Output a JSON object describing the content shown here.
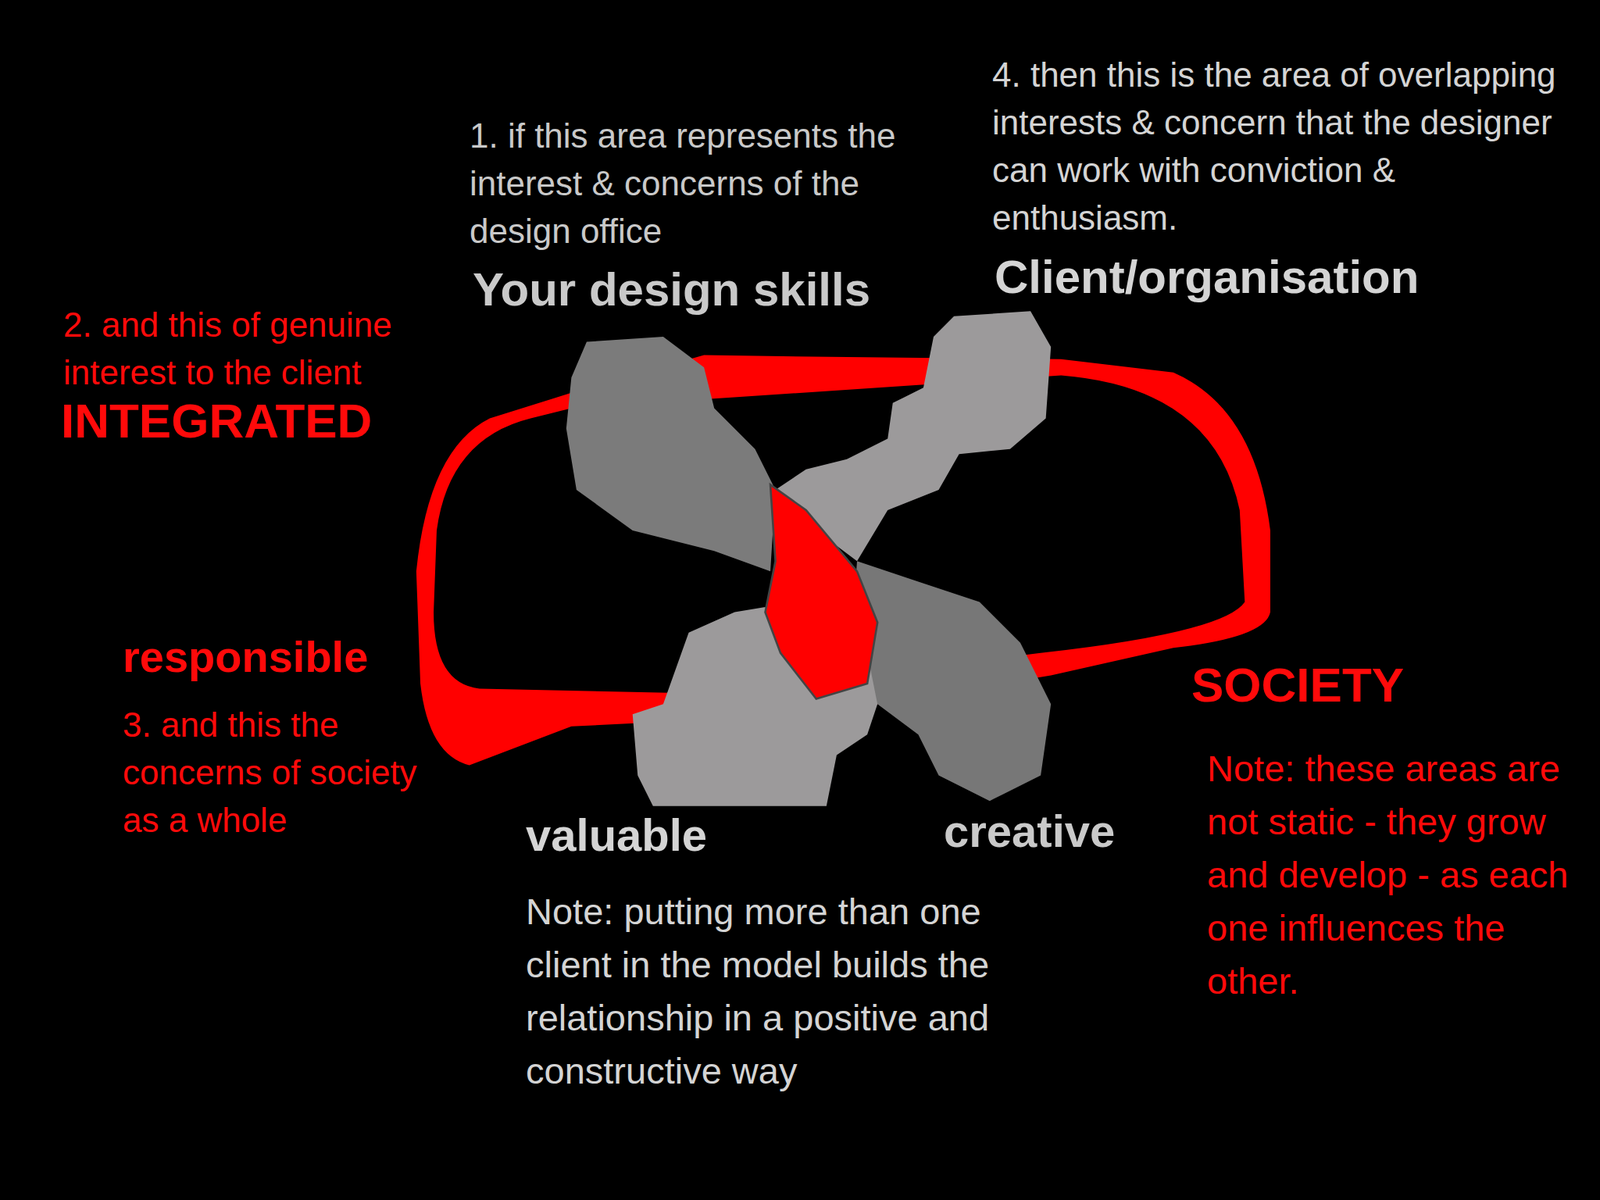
{
  "diagram": {
    "labels": [
      "1. if this area represents the interest & concerns of the design office",
      "4. then this is the area of overlapping interests & concern that the designer can work with conviction & enthusiasm.",
      "Your design skills",
      "Client/organisation",
      "2. and this of genuine interest to the client",
      "INTEGRATED",
      "responsible",
      "3. and this the concerns of society as a whole",
      "SOCIETY",
      "Note: these areas are not static - they grow and develop - as each one influences the other.",
      "valuable",
      "creative",
      "Note: putting more than one client in the model builds the relationship in a positive and constructive way"
    ]
  }
}
